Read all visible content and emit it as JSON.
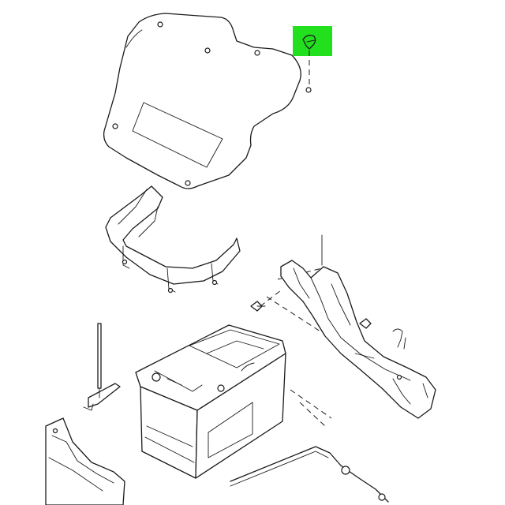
{
  "diagram": {
    "highlight_color": "#22e01e",
    "line_color": "#1a1a1a",
    "background": "#ffffff",
    "parts": [
      "battery-cover-tray",
      "highlighted-fastener-clip",
      "battery-hold-down-bracket",
      "battery",
      "battery-support-bracket",
      "positive-battery-cable",
      "negative-ground-cable",
      "battery-tray-side-panel",
      "retaining-bolt"
    ]
  }
}
